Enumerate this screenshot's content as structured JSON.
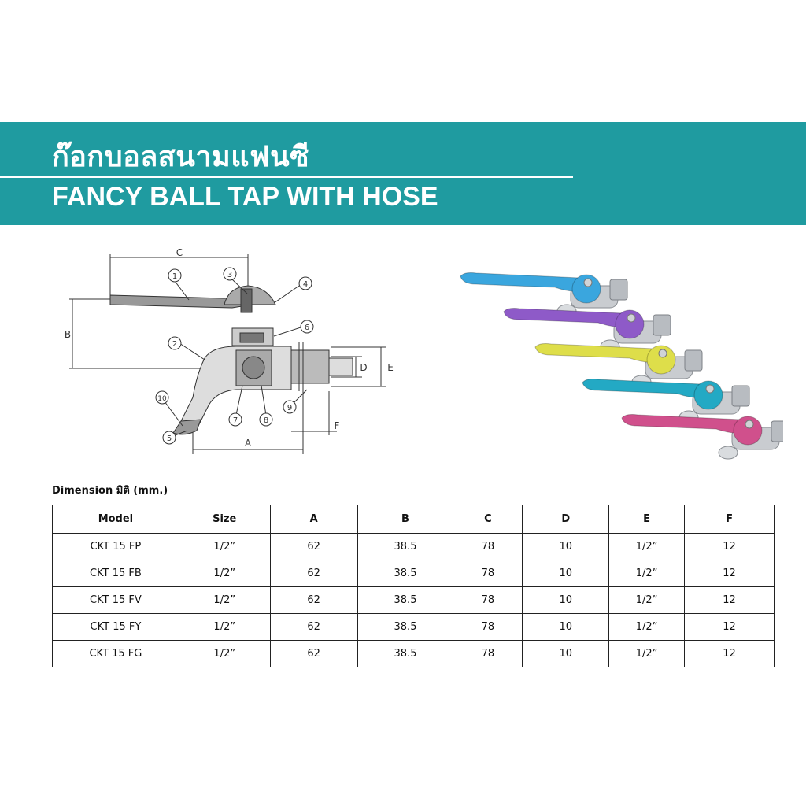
{
  "header": {
    "title_thai": "ก๊อกบอลสนามแฟนซี",
    "title_en": "FANCY BALL TAP WITH HOSE"
  },
  "diagram": {
    "dim_labels": [
      "A",
      "B",
      "C",
      "D",
      "E",
      "F"
    ],
    "part_numbers": [
      "1",
      "2",
      "3",
      "4",
      "5",
      "6",
      "7",
      "8",
      "9",
      "10"
    ]
  },
  "photo": {
    "handle_colors": [
      "#3aa6de",
      "#8e5ac8",
      "#dede4a",
      "#23a9c4",
      "#d0508c"
    ]
  },
  "dimension_label": "Dimension มิติ (mm.)",
  "table": {
    "headers": [
      "Model",
      "Size",
      "A",
      "B",
      "C",
      "D",
      "E",
      "F"
    ],
    "rows": [
      [
        "CKT 15 FP",
        "1/2”",
        "62",
        "38.5",
        "78",
        "10",
        "1/2”",
        "12"
      ],
      [
        "CKT 15 FB",
        "1/2”",
        "62",
        "38.5",
        "78",
        "10",
        "1/2”",
        "12"
      ],
      [
        "CKT 15 FV",
        "1/2”",
        "62",
        "38.5",
        "78",
        "10",
        "1/2”",
        "12"
      ],
      [
        "CKT 15 FY",
        "1/2”",
        "62",
        "38.5",
        "78",
        "10",
        "1/2”",
        "12"
      ],
      [
        "CKT 15 FG",
        "1/2”",
        "62",
        "38.5",
        "78",
        "10",
        "1/2”",
        "12"
      ]
    ]
  }
}
